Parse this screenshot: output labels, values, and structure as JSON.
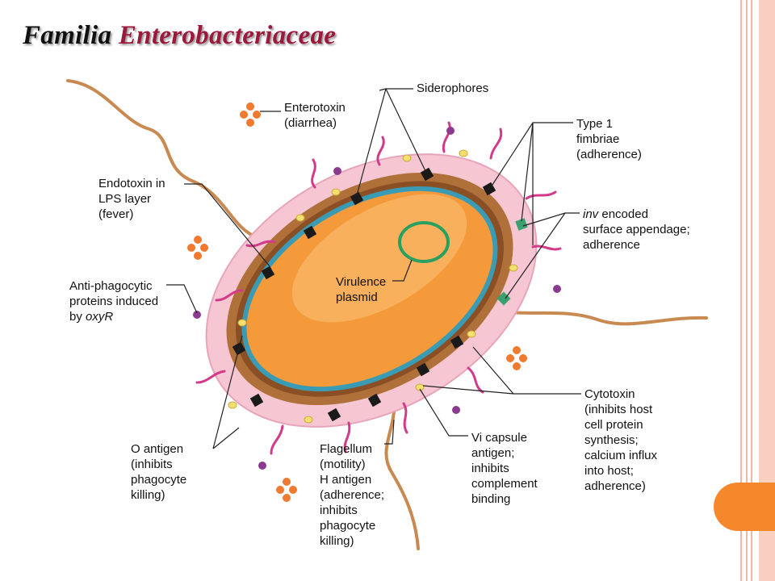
{
  "title": {
    "part1": "Familia",
    "part2": "Enterobacteriaceae"
  },
  "labels": {
    "siderophores": "Siderophores",
    "enterotoxin": [
      "Enterotoxin",
      "(diarrhea)"
    ],
    "type1": [
      "Type 1",
      "fimbriae",
      "(adherence)"
    ],
    "endotoxin": [
      "Endotoxin in",
      "LPS layer",
      "(fever)"
    ],
    "inv": {
      "italic": "inv",
      "rest": " encoded",
      "lines": [
        "surface appendage;",
        "adherence"
      ]
    },
    "plasmid": [
      "Virulence",
      "plasmid"
    ],
    "antiphago": {
      "lines": [
        "Anti-phagocytic",
        "proteins induced"
      ],
      "by": "by ",
      "italic": "oxyR"
    },
    "cytotoxin": [
      "Cytotoxin",
      "(inhibits host",
      "cell protein",
      "synthesis;",
      "calcium influx",
      "into host;",
      "adherence)"
    ],
    "oantigen": [
      "O antigen",
      "(inhibits",
      "phagocyte",
      "killing)"
    ],
    "flagellum": [
      "Flagellum",
      "(motility)",
      "H antigen",
      "(adherence;",
      "inhibits",
      "phagocyte",
      "killing)"
    ],
    "vi": [
      "Vi capsule",
      "antigen;",
      "inhibits",
      "complement",
      "binding"
    ]
  },
  "colors": {
    "cell_body": "#f59a3a",
    "capsule": "#f6c7d3",
    "lps_layer": "#b0703a",
    "membrane": "#3a9bb5",
    "flagella": "#c98a52",
    "fimbriae": "#d43a8a",
    "plasmid": "#2aa060",
    "toxin": "#f07a30",
    "particle": "#8a3a8f",
    "title_accent": "#9b1a3b",
    "slide_border": "#f4b6a6",
    "side_tab": "#f4882a"
  }
}
